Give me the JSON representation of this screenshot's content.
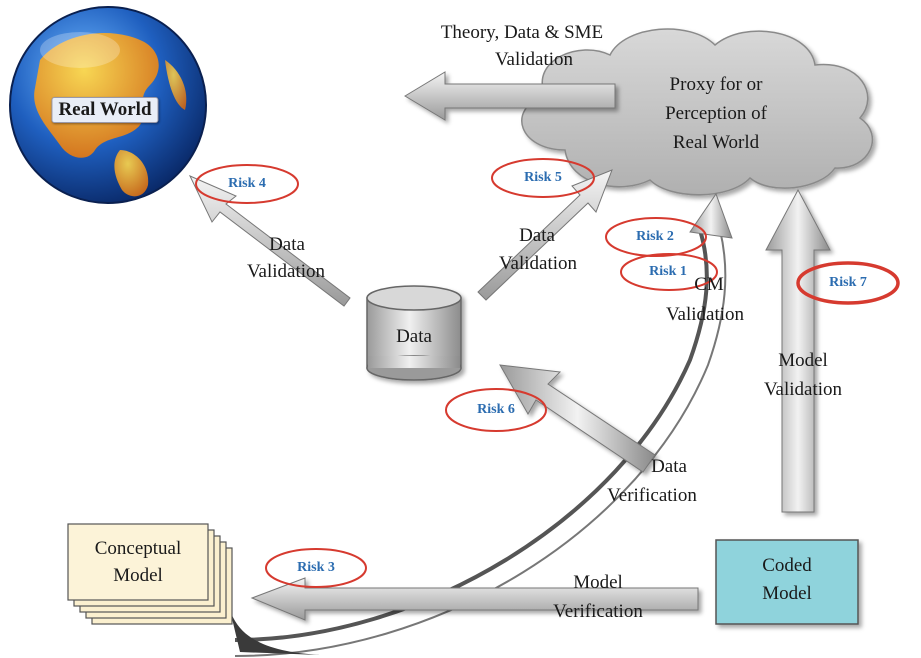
{
  "real_world": {
    "label": "Real World"
  },
  "cloud": {
    "label_lines": [
      "Proxy for or",
      "Perception of",
      "Real World"
    ]
  },
  "data_store": {
    "label": "Data"
  },
  "conceptual_model": {
    "label_lines": [
      "Conceptual",
      "Model"
    ]
  },
  "coded_model": {
    "label_lines": [
      "Coded",
      "Model"
    ]
  },
  "flows": {
    "theory_validation": [
      "Theory, Data & SME",
      "Validation"
    ],
    "data_validation_left": [
      "Data",
      "Validation"
    ],
    "data_validation_right": [
      "Data",
      "Validation"
    ],
    "cm_validation": [
      "CM",
      "Validation"
    ],
    "model_validation": [
      "Model",
      "Validation"
    ],
    "data_verification": [
      "Data",
      "Verification"
    ],
    "model_verification": [
      "Model",
      "Verification"
    ]
  },
  "risks": {
    "risk1": "Risk 1",
    "risk2": "Risk 2",
    "risk3": "Risk 3",
    "risk4": "Risk 4",
    "risk5": "Risk 5",
    "risk6": "Risk 6",
    "risk7": "Risk 7"
  },
  "colors": {
    "risk_oval": "#d63a2f",
    "risk_text": "#2b6cb0",
    "arrow_fill": "#d3d3d3",
    "coded_model_fill": "#8fd3dc",
    "conceptual_model_fill": "#fbf0cf"
  }
}
